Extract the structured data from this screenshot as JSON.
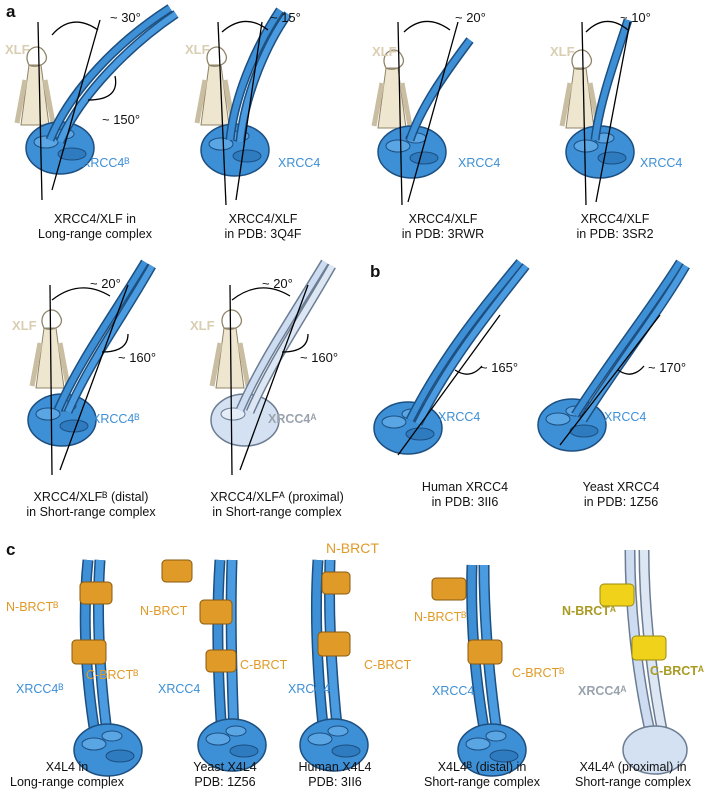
{
  "panels": {
    "a": "a",
    "b": "b",
    "c": "c"
  },
  "colors": {
    "blue": "#3d8fd6",
    "tan": "#e6dcc4",
    "orange": "#e09a27",
    "yellow": "#f1d21a",
    "pale_blue": "#cddcf0"
  },
  "row1": [
    {
      "xlf": "XLF",
      "xrcc": "XRCC4ᴮ",
      "angle_top": "~ 30°",
      "angle_low": "~ 150°",
      "caption": [
        "XRCC4/XLF in",
        "Long-range complex"
      ]
    },
    {
      "xlf": "XLF",
      "xrcc": "XRCC4",
      "angle_top": "~ 15°",
      "caption": [
        "XRCC4/XLF",
        "in PDB: 3Q4F"
      ]
    },
    {
      "xlf": "XLF",
      "xrcc": "XRCC4",
      "angle_top": "~ 20°",
      "caption": [
        "XRCC4/XLF",
        "in PDB: 3RWR"
      ]
    },
    {
      "xlf": "XLF",
      "xrcc": "XRCC4",
      "angle_top": "~ 10°",
      "caption": [
        "XRCC4/XLF",
        "in PDB: 3SR2"
      ]
    }
  ],
  "row2": [
    {
      "xlf": "XLF",
      "xrcc": "XRCC4ᴮ",
      "angle_top": "~ 20°",
      "angle_low": "~ 160°",
      "caption": [
        "XRCC4/XLFᴮ (distal)",
        "in Short-range complex"
      ]
    },
    {
      "xlf": "XLF",
      "xrcc": "XRCC4ᴬ",
      "angle_top": "~ 20°",
      "angle_low": "~ 160°",
      "caption": [
        "XRCC4/XLFᴬ (proximal)",
        "in Short-range complex"
      ]
    }
  ],
  "panel_b": [
    {
      "xrcc": "XRCC4",
      "angle": "~ 165°",
      "caption": [
        "Human XRCC4",
        "in PDB: 3II6"
      ]
    },
    {
      "xrcc": "XRCC4",
      "angle": "~ 170°",
      "caption": [
        "Yeast XRCC4",
        "in PDB: 1Z56"
      ]
    }
  ],
  "panel_c": [
    {
      "nbrct": "N-BRCTᴮ",
      "cbrct": "C-BRCTᴮ",
      "xrcc": "XRCC4ᴮ",
      "caption": [
        "X4L4 in",
        "Long-range complex"
      ]
    },
    {
      "nbrct": "N-BRCT",
      "cbrct": "C-BRCT",
      "xrcc": "XRCC4",
      "caption": [
        "Yeast X4L4",
        "PDB: 1Z56"
      ]
    },
    {
      "nbrct": "N-BRCT",
      "cbrct": "C-BRCT",
      "xrcc": "XRCC4",
      "caption": [
        "Human X4L4",
        "PDB: 3II6"
      ]
    },
    {
      "nbrct": "N-BRCTᴮ",
      "cbrct": "C-BRCTᴮ",
      "xrcc": "XRCC4ᴮ",
      "caption": [
        "X4L4ᴮ (distal) in",
        "Short-range complex"
      ]
    },
    {
      "nbrct": "N-BRCTᴬ",
      "cbrct": "C-BRCTᴬ",
      "xrcc": "XRCC4ᴬ",
      "caption": [
        "X4L4ᴬ (proximal) in",
        "Short-range complex"
      ]
    }
  ]
}
